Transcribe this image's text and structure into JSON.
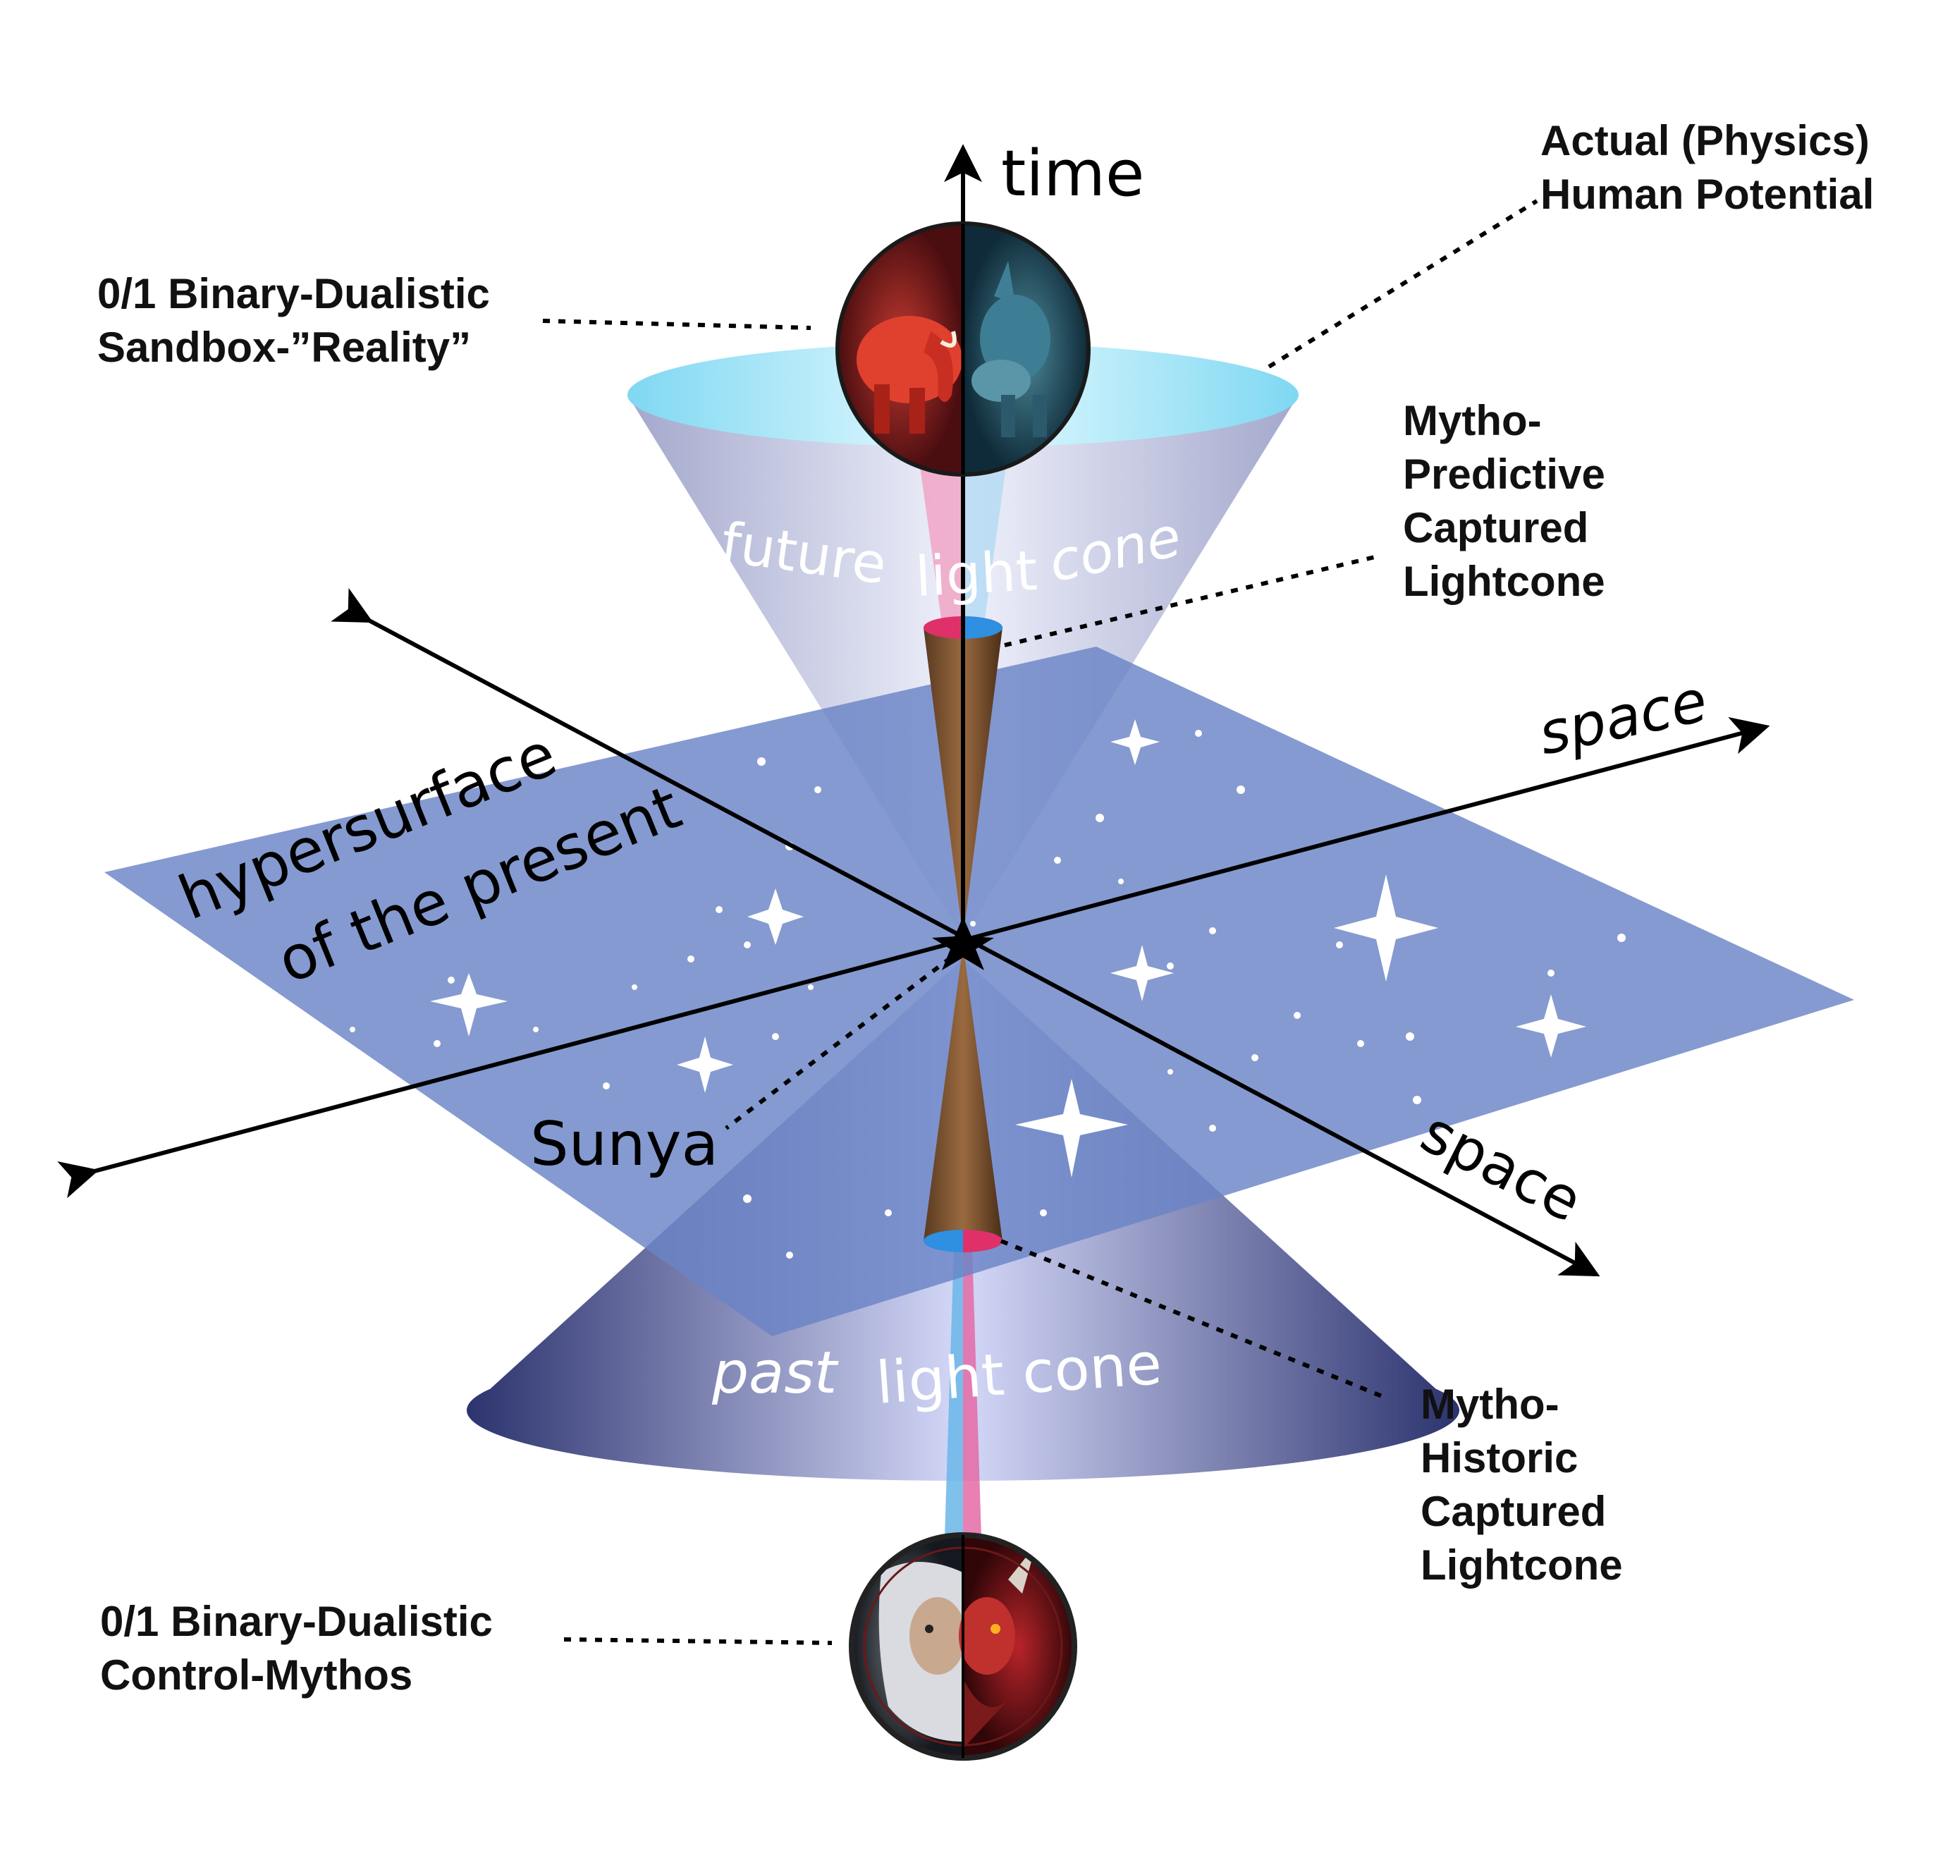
{
  "axes": {
    "time": "time",
    "space_right": "space",
    "space_front": "space"
  },
  "plane_label": {
    "line1": "hypersurface",
    "line2": "of the present"
  },
  "cones": {
    "future": {
      "word1": "future",
      "word2": "light",
      "word3": "cone"
    },
    "past": {
      "word1": "past",
      "word2": "light cone"
    }
  },
  "center_label": "Sunya",
  "callouts": {
    "top_left": {
      "line1": "0/1 Binary-Dualistic",
      "line2": "Sandbox-”Reality”"
    },
    "top_right": {
      "line1": "Actual (Physics)",
      "line2": "Human Potential"
    },
    "mid_upper_right": {
      "line1": "Mytho-",
      "line2": "Predictive",
      "line3": "Captured",
      "line4": "Lightcone"
    },
    "lower_right": {
      "line1": "Mytho-",
      "line2": "Historic",
      "line3": "Captured",
      "line4": "Lightcone"
    },
    "bottom_left": {
      "line1": "0/1 Binary-Dualistic",
      "line2": "Control-Mythos"
    }
  },
  "icons": {
    "top_medallion": "elephant-vs-donkey-medallion-icon",
    "bottom_medallion": "god-vs-devil-medallion-icon"
  },
  "colors": {
    "plane": "#7089c8",
    "future_rim": "#8fe0f6",
    "past_cone": "#3f4a90",
    "red_half": "#e0306a",
    "blue_half": "#2f8fe0",
    "inner_cone": "#7a5030"
  }
}
